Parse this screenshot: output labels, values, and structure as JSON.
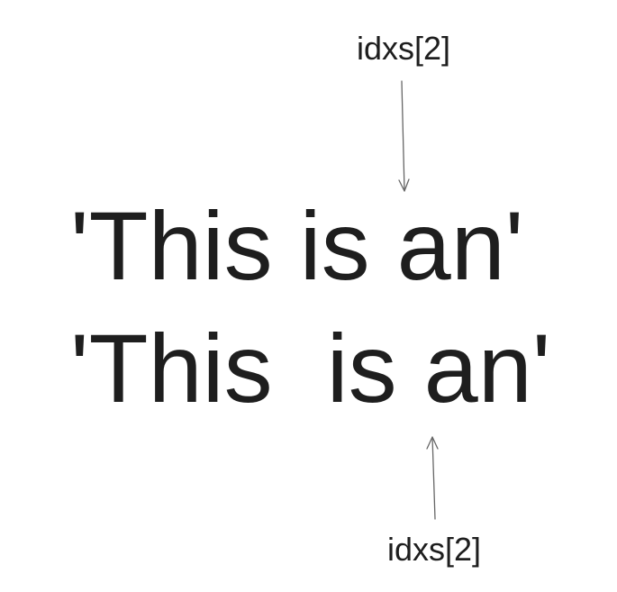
{
  "annotations": {
    "top_label": "idxs[2]",
    "bottom_label": "idxs[2]"
  },
  "strings": {
    "line_1": "'This is an'",
    "line_2": "'This  is an'"
  },
  "colors": {
    "text": "#1e1e1e",
    "arrow": "#666666",
    "background": "#ffffff"
  }
}
